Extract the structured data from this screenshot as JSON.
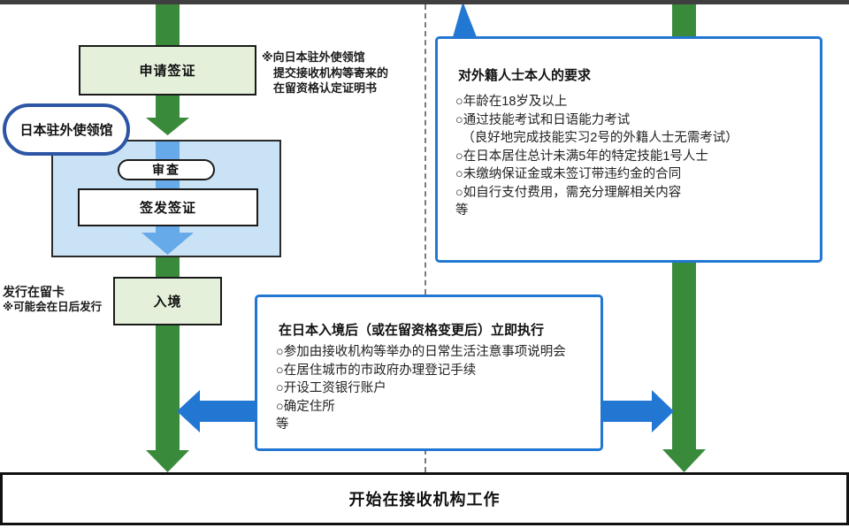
{
  "colors": {
    "arrow_green": "#3a8a3c",
    "accent_blue": "#2277d2",
    "sky_blue_arrow": "#66aae9",
    "light_green_box": "#e4f0da",
    "light_blue_box": "#c9e2f5",
    "oval_border_navy": "#2c55a5",
    "top_bar_gray": "#3f3f3f"
  },
  "flow": {
    "apply_visa": "申请签证",
    "consulate": "日本驻外使领馆",
    "review": "审查",
    "issue_visa": "签发签证",
    "entry": "入境",
    "start_work": "开始在接收机构工作"
  },
  "visa_note": {
    "line1": "※向日本驻外使领馆",
    "line2": "提交接收机构等寄来的",
    "line3": "在留资格认定证明书"
  },
  "residence_card_note": {
    "line1": "发行在留卡",
    "line2": "※可能会在日后发行"
  },
  "requirements_box": {
    "title": "对外籍人士本人的要求",
    "items": [
      "○年龄在18岁及以上",
      "○通过技能考试和日语能力考试",
      "　（良好地完成技能实习2号的外籍人士无需考试）",
      "○在日本居住总计未满5年的特定技能1号人士",
      "○未缴纳保证金或未签订带违约金的合同",
      "○如自行支付费用，需充分理解相关内容",
      "等"
    ]
  },
  "after_entry_box": {
    "title": "在日本入境后（或在留资格变更后）立即执行",
    "items": [
      "○参加由接收机构等举办的日常生活注意事项说明会",
      "○在居住城市的市政府办理登记手续",
      "○开设工资银行账户",
      "○确定住所",
      "等"
    ]
  }
}
